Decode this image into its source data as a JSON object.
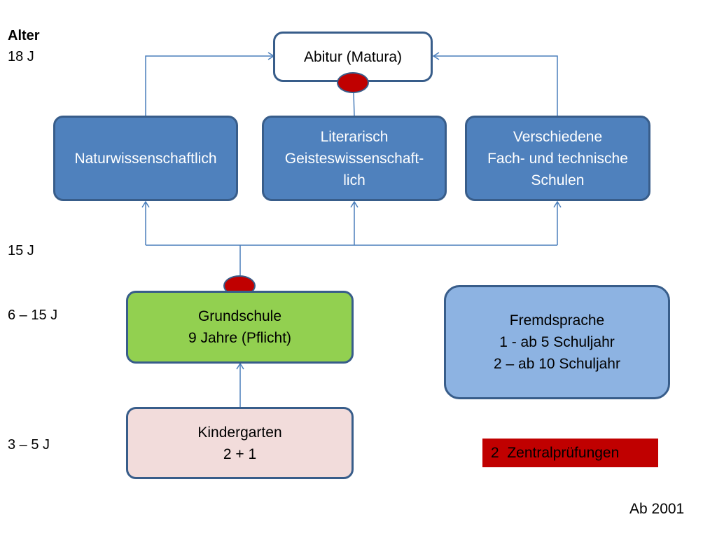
{
  "ages": {
    "header": "Alter",
    "a18": "18 J",
    "a15": "15 J",
    "a6_15": "6 – 15 J",
    "a3_5": "3 – 5 J"
  },
  "nodes": {
    "abitur": {
      "line1": "Abitur (Matura)"
    },
    "natur": {
      "line1": "Naturwissenschaftlich"
    },
    "literarisch": {
      "line1": "Literarisch",
      "line2": "Geisteswissenschaft-",
      "line3": "lich"
    },
    "fachschulen": {
      "line1": "Verschiedene",
      "line2": "Fach- und technische",
      "line3": "Schulen"
    },
    "grundschule": {
      "line1": "Grundschule",
      "line2": "9 Jahre (Pflicht)"
    },
    "fremdsprache": {
      "line1": "Fremdsprache",
      "line2": "1 - ab 5 Schuljahr",
      "line3": "2 – ab 10 Schuljahr"
    },
    "kindergarten": {
      "line1": "Kindergarten",
      "line2": "2 + 1"
    }
  },
  "legend": {
    "label": "2  Zentralprüfungen"
  },
  "footer": {
    "label": "Ab 2001"
  },
  "colors": {
    "stage_blue": "#4f81bd",
    "grundschule_green": "#92d050",
    "kindergarten_pink": "#f2dcdb",
    "fremdsprache_lightblue": "#8db3e2",
    "exam_red": "#c00000",
    "connector": "#4a7ebb"
  }
}
